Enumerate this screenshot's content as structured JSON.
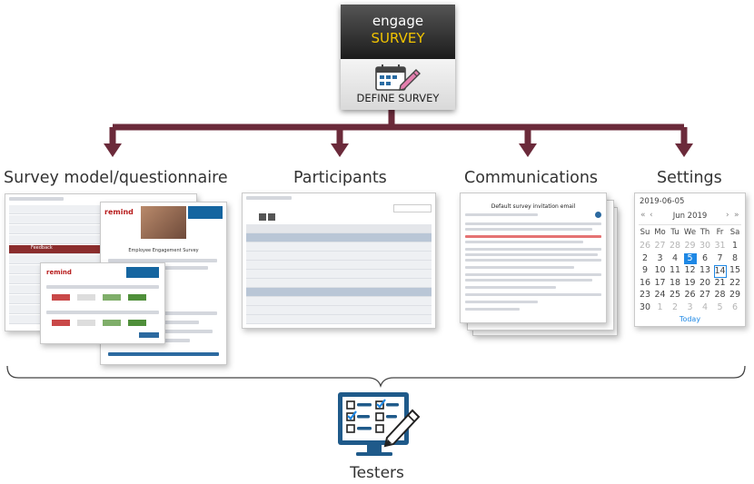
{
  "top_box": {
    "line1": "engage",
    "line2": "SURVEY",
    "line3": "DEFINE SURVEY"
  },
  "branches": [
    {
      "label": "Survey model/questionnaire"
    },
    {
      "label": "Participants"
    },
    {
      "label": "Communications"
    },
    {
      "label": "Settings"
    }
  ],
  "survey_model_screenshot": {
    "card_title": "Employee Engagement Survey",
    "highlighted_row": "Feedback"
  },
  "communications_screenshot": {
    "title": "Default survey invitation email"
  },
  "settings_calendar": {
    "date_field": "2019-06-05",
    "month_label": "Jun 2019",
    "weekdays": [
      "Su",
      "Mo",
      "Tu",
      "We",
      "Th",
      "Fr",
      "Sa"
    ],
    "weeks": [
      [
        "26",
        "27",
        "28",
        "29",
        "30",
        "31",
        "1"
      ],
      [
        "2",
        "3",
        "4",
        "5",
        "6",
        "7",
        "8"
      ],
      [
        "9",
        "10",
        "11",
        "12",
        "13",
        "14",
        "15"
      ],
      [
        "16",
        "17",
        "18",
        "19",
        "20",
        "21",
        "22"
      ],
      [
        "23",
        "24",
        "25",
        "26",
        "27",
        "28",
        "29"
      ],
      [
        "30",
        "1",
        "2",
        "3",
        "4",
        "5",
        "6"
      ]
    ],
    "selected_day": "5",
    "today_day": "14",
    "footer": "Today"
  },
  "bottom": {
    "label": "Testers"
  },
  "colors": {
    "connector": "#6b2a3a",
    "survey_yellow": "#f2c400",
    "highlight_red": "#8b2d2d",
    "selected_blue": "#1e88e5",
    "monitor_blue": "#1f5a8a"
  }
}
